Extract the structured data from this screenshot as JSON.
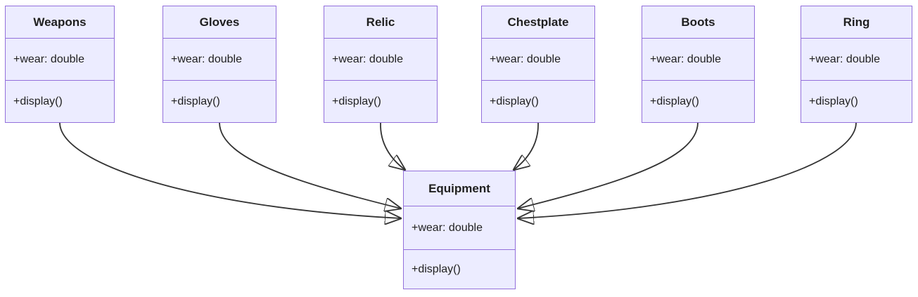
{
  "diagram": {
    "type": "uml-class-diagram",
    "classes": [
      {
        "id": "weapons",
        "name": "Weapons",
        "attributes": [
          "+wear: double"
        ],
        "methods": [
          "+display()"
        ]
      },
      {
        "id": "gloves",
        "name": "Gloves",
        "attributes": [
          "+wear: double"
        ],
        "methods": [
          "+display()"
        ]
      },
      {
        "id": "relic",
        "name": "Relic",
        "attributes": [
          "+wear: double"
        ],
        "methods": [
          "+display()"
        ]
      },
      {
        "id": "chestplate",
        "name": "Chestplate",
        "attributes": [
          "+wear: double"
        ],
        "methods": [
          "+display()"
        ]
      },
      {
        "id": "boots",
        "name": "Boots",
        "attributes": [
          "+wear: double"
        ],
        "methods": [
          "+display()"
        ]
      },
      {
        "id": "ring",
        "name": "Ring",
        "attributes": [
          "+wear: double"
        ],
        "methods": [
          "+display()"
        ]
      },
      {
        "id": "equipment",
        "name": "Equipment",
        "attributes": [
          "+wear: double"
        ],
        "methods": [
          "+display()"
        ]
      }
    ],
    "relations": [
      {
        "from": "Weapons",
        "to": "Equipment",
        "type": "arrow"
      },
      {
        "from": "Gloves",
        "to": "Equipment",
        "type": "arrow"
      },
      {
        "from": "Relic",
        "to": "Equipment",
        "type": "arrow"
      },
      {
        "from": "Chestplate",
        "to": "Equipment",
        "type": "arrow"
      },
      {
        "from": "Boots",
        "to": "Equipment",
        "type": "arrow"
      },
      {
        "from": "Ring",
        "to": "Equipment",
        "type": "arrow"
      }
    ],
    "colors": {
      "node_fill": "#ECECFF",
      "node_border": "#9370DB",
      "edge": "#333333",
      "text": "#1F1F1F"
    }
  }
}
